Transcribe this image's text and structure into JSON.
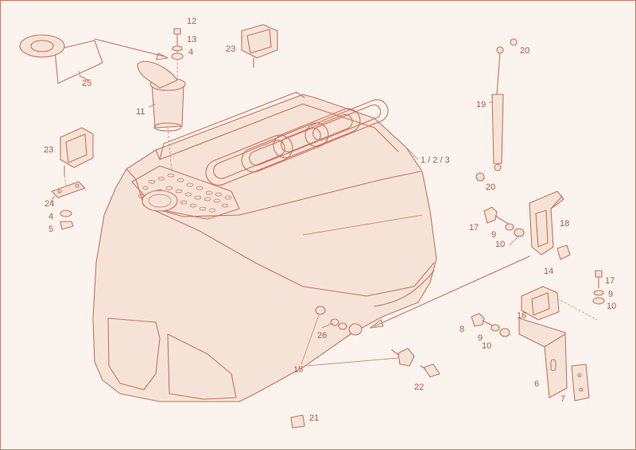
{
  "colors": {
    "line": "#c8735a",
    "label": "#b55a40",
    "background": "#fbf3ee"
  },
  "callouts": [
    {
      "id": "c12",
      "text": "12"
    },
    {
      "id": "c13",
      "text": "13"
    },
    {
      "id": "c4a",
      "text": "4"
    },
    {
      "id": "c23a",
      "text": "23"
    },
    {
      "id": "c20a",
      "text": "20"
    },
    {
      "id": "c25",
      "text": "25"
    },
    {
      "id": "c11",
      "text": "11"
    },
    {
      "id": "c19",
      "text": "19"
    },
    {
      "id": "c23b",
      "text": "23"
    },
    {
      "id": "c123",
      "text": "1 / 2 / 3"
    },
    {
      "id": "c20b",
      "text": "20"
    },
    {
      "id": "c24",
      "text": "24"
    },
    {
      "id": "c4b",
      "text": "4"
    },
    {
      "id": "c5",
      "text": "5"
    },
    {
      "id": "c17a",
      "text": "17"
    },
    {
      "id": "c18",
      "text": "18"
    },
    {
      "id": "c9a",
      "text": "9"
    },
    {
      "id": "c10a",
      "text": "10"
    },
    {
      "id": "c14",
      "text": "14"
    },
    {
      "id": "c17b",
      "text": "17"
    },
    {
      "id": "c9b",
      "text": "9"
    },
    {
      "id": "c10b",
      "text": "10"
    },
    {
      "id": "c16",
      "text": "16"
    },
    {
      "id": "c8",
      "text": "8"
    },
    {
      "id": "c26",
      "text": "26"
    },
    {
      "id": "c9c",
      "text": "9"
    },
    {
      "id": "c10c",
      "text": "10"
    },
    {
      "id": "c15",
      "text": "15"
    },
    {
      "id": "c22",
      "text": "22"
    },
    {
      "id": "c6",
      "text": "6"
    },
    {
      "id": "c7",
      "text": "7"
    },
    {
      "id": "c21",
      "text": "21"
    }
  ]
}
